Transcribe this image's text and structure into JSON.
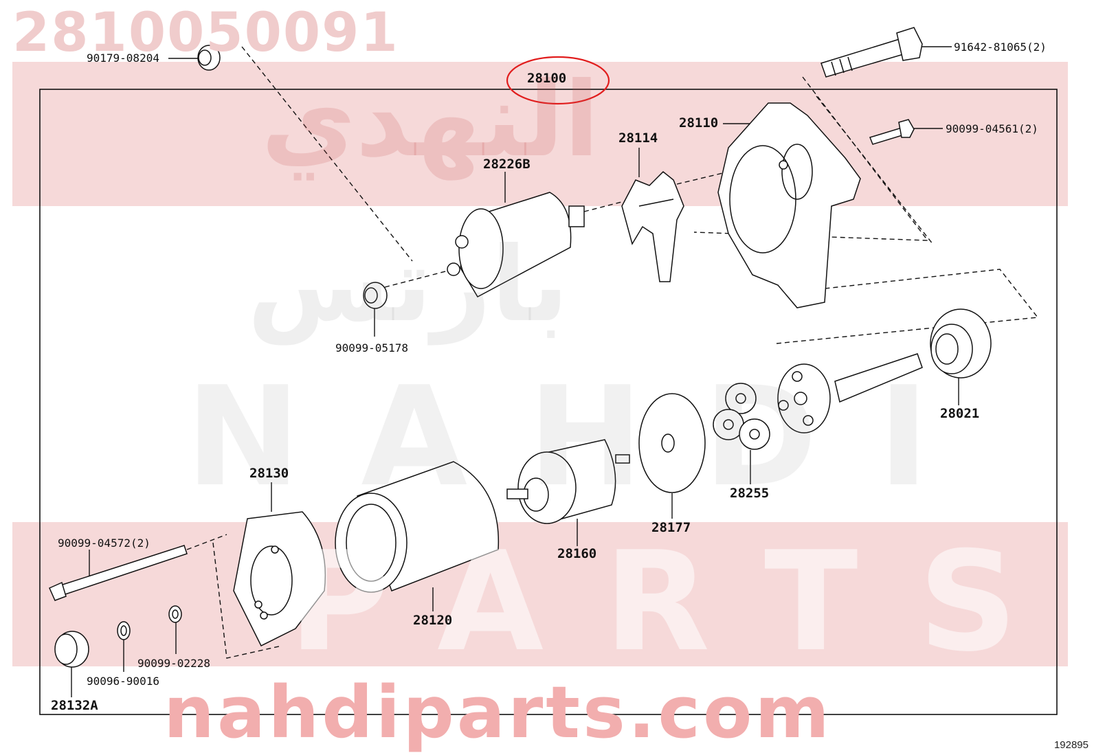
{
  "watermark": {
    "part_number": "2810050091",
    "brand_arabic_top": "النهدي",
    "brand_arabic_mid": "بارتس",
    "brand_latin_top": "NAHDI",
    "brand_latin_bottom": "PARTS",
    "website": "nahdiparts.com"
  },
  "diagram": {
    "assembly_label": "28100",
    "reference_number": "192895",
    "highlight_color": "#e11d1d",
    "band_color": "#f6d9d9",
    "parts": [
      {
        "id": "p01",
        "label": "90179-08204"
      },
      {
        "id": "p02",
        "label": "91642-81065(2)"
      },
      {
        "id": "p03",
        "label": "28110"
      },
      {
        "id": "p04",
        "label": "90099-04561(2)"
      },
      {
        "id": "p05",
        "label": "28114"
      },
      {
        "id": "p06",
        "label": "28226B"
      },
      {
        "id": "p07",
        "label": "90099-05178"
      },
      {
        "id": "p08",
        "label": "28021"
      },
      {
        "id": "p09",
        "label": "28255"
      },
      {
        "id": "p10",
        "label": "28177"
      },
      {
        "id": "p11",
        "label": "28130"
      },
      {
        "id": "p12",
        "label": "28160"
      },
      {
        "id": "p13",
        "label": "90099-04572(2)"
      },
      {
        "id": "p14",
        "label": "28120"
      },
      {
        "id": "p15",
        "label": "90099-02228"
      },
      {
        "id": "p16",
        "label": "90096-90016"
      },
      {
        "id": "p17",
        "label": "28132A"
      }
    ]
  }
}
